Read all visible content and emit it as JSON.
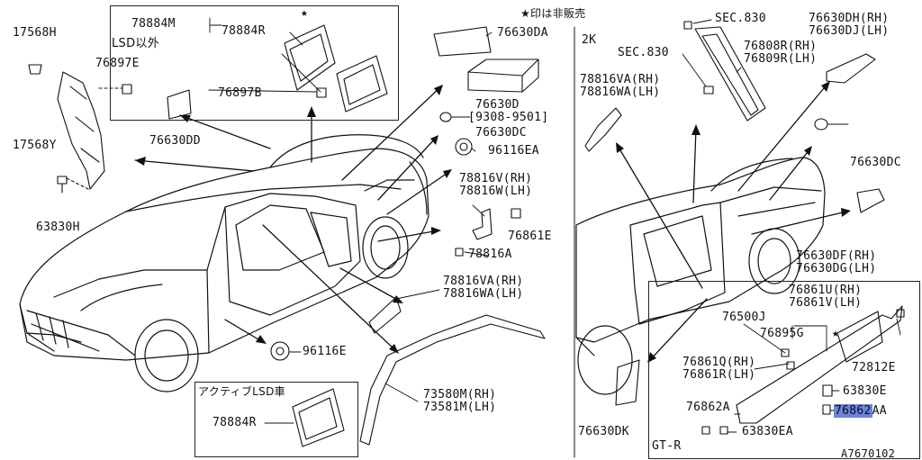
{
  "header": {
    "note": "★印は非販売"
  },
  "section_labels": {
    "two_door": "2K",
    "lsd_other": "LSD以外",
    "active_lsd": "アクティブLSD車",
    "gtr": "GT-R"
  },
  "figure_id": "A7670102",
  "parts": {
    "p17568H": "17568H",
    "p76897E": "76897E",
    "p78884M": "78884M",
    "p78884R_top": "78884R",
    "p76897B": "76897B",
    "p76630DD": "76630DD",
    "p17568Y": "17568Y",
    "p63830H": "63830H",
    "p76630DA": "76630DA",
    "p76630D": "76630D",
    "p76630D_range": "[9308-9501]",
    "p76630DC_left": "76630DC",
    "p96116EA": "96116EA",
    "p78816V": "78816V(RH)",
    "p78816W": "78816W(LH)",
    "p76861E": "76861E",
    "p78816A": "78816A",
    "p78816VA_mid": "78816VA(RH)",
    "p78816WA_mid": "78816WA(LH)",
    "p96116E": "96116E",
    "p73580M": "73580M(RH)",
    "p73581M": "73581M(LH)",
    "p78884R_bottom": "78884R",
    "pSEC830_top": "SEC.830",
    "pSEC830_mid": "SEC.830",
    "p76630DH": "76630DH(RH)",
    "p76630DJ": "76630DJ(LH)",
    "p76808R": "76808R(RH)",
    "p76809R": "76809R(LH)",
    "p78816VA_right": "78816VA(RH)",
    "p78816WA_right": "78816WA(LH)",
    "p76630DC_right": "76630DC",
    "p76630DF": "76630DF(RH)",
    "p76630DG": "76630DG(LH)",
    "p76500J": "76500J",
    "p76861U": "76861U(RH)",
    "p76861V": "76861V(LH)",
    "p76895G": "76895G",
    "p76861Q": "76861Q(RH)",
    "p76861R": "76861R(LH)",
    "p72812E": "72812E",
    "p63830E": "63830E",
    "p76862A": "76862A",
    "p76862AA_main": "76862",
    "p76862AA_suffix": "AA",
    "p63830EA": "63830EA",
    "p76630DK": "76630DK"
  },
  "highlight_color": "#6c84d8"
}
